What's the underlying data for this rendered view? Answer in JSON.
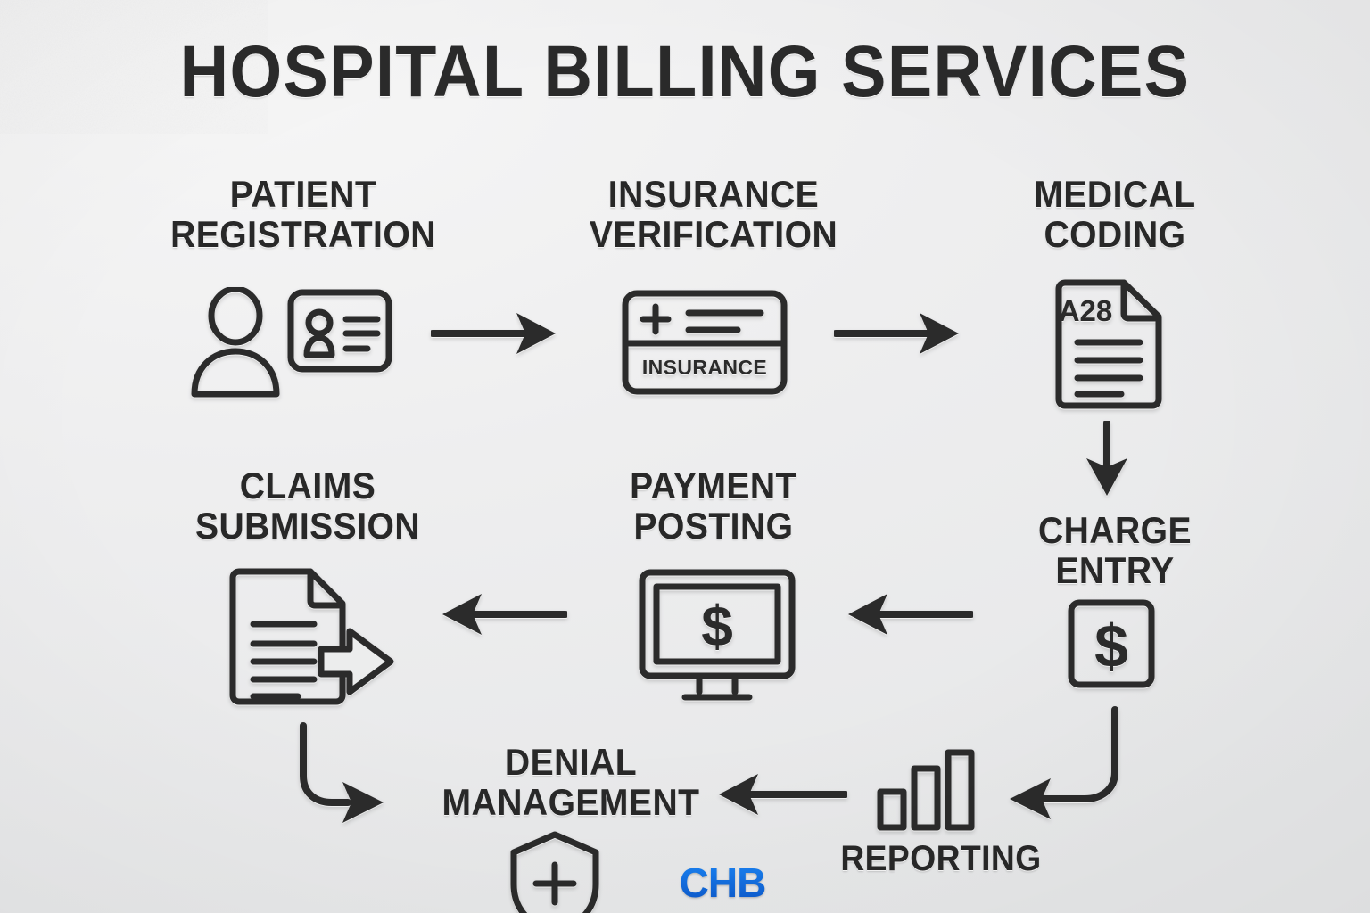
{
  "poster": {
    "title": "HOSPITAL BILLING SERVICES",
    "background_color": "#eceded",
    "ink_color": "#2b2b2b",
    "logo_color": "#0b6fe3"
  },
  "brand": {
    "logo_text": "CHB"
  },
  "steps": [
    {
      "id": "patient-registration",
      "label": "PATIENT\nREGISTRATION",
      "icon": "person-id-card-icon",
      "order": 1
    },
    {
      "id": "insurance-verification",
      "label": "INSURANCE\nVERIFICATION",
      "icon": "insurance-card-icon",
      "icon_text": "INSURANCE",
      "order": 2
    },
    {
      "id": "medical-coding",
      "label": "MEDICAL\nCODING",
      "icon": "coded-document-icon",
      "icon_text": "A28",
      "order": 3
    },
    {
      "id": "charge-entry",
      "label": "CHARGE\nENTRY",
      "icon": "dollar-square-icon",
      "icon_text": "$",
      "order": 4
    },
    {
      "id": "payment-posting",
      "label": "PAYMENT\nPOSTING",
      "icon": "monitor-dollar-icon",
      "icon_text": "$",
      "order": 5
    },
    {
      "id": "claims-submission",
      "label": "CLAIMS\nSUBMISSION",
      "icon": "document-send-arrow-icon",
      "order": 6
    },
    {
      "id": "denial-management",
      "label": "DENIAL\nMANAGEMENT",
      "icon": "shield-plus-icon",
      "order": 7
    },
    {
      "id": "reporting",
      "label": "REPORTING",
      "icon": "bar-chart-icon",
      "order": 8
    }
  ],
  "connectors": [
    {
      "id": "arrow-registration-to-insurance",
      "type": "arrow-right"
    },
    {
      "id": "arrow-insurance-to-coding",
      "type": "arrow-right"
    },
    {
      "id": "arrow-coding-to-charge-entry",
      "type": "arrow-down"
    },
    {
      "id": "arrow-charge-entry-to-reporting",
      "type": "elbow-down-left"
    },
    {
      "id": "arrow-charge-entry-to-payment",
      "type": "arrow-left"
    },
    {
      "id": "arrow-payment-to-claims",
      "type": "arrow-left"
    },
    {
      "id": "arrow-reporting-to-denial",
      "type": "arrow-left"
    },
    {
      "id": "arrow-claims-to-denial",
      "type": "elbow-down-right"
    }
  ]
}
